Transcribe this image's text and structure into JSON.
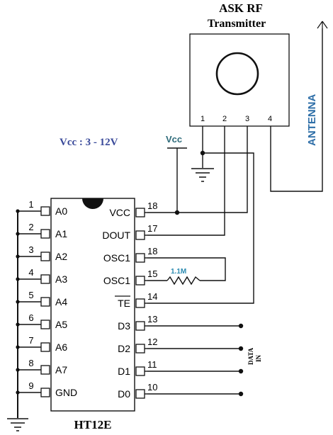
{
  "transmitter": {
    "title_line1": "ASK RF",
    "title_line2": "Transmitter",
    "pins": [
      "1",
      "2",
      "3",
      "4"
    ]
  },
  "antenna_label": "ANTENNA",
  "vcc_range_label": "Vcc : 3 - 12V",
  "vcc_label": "Vcc",
  "chip": {
    "name": "HT12E",
    "left_pins": [
      {
        "num": "1",
        "label": "A0"
      },
      {
        "num": "2",
        "label": "A1"
      },
      {
        "num": "3",
        "label": "A2"
      },
      {
        "num": "4",
        "label": "A3"
      },
      {
        "num": "5",
        "label": "A4"
      },
      {
        "num": "6",
        "label": "A5"
      },
      {
        "num": "7",
        "label": "A6"
      },
      {
        "num": "8",
        "label": "A7"
      },
      {
        "num": "9",
        "label": "GND"
      }
    ],
    "right_pins": [
      {
        "num": "18",
        "label": "VCC"
      },
      {
        "num": "17",
        "label": "DOUT"
      },
      {
        "num": "18",
        "label": "OSC1"
      },
      {
        "num": "15",
        "label": "OSC1"
      },
      {
        "num": "14",
        "label": "TE"
      },
      {
        "num": "13",
        "label": "D3"
      },
      {
        "num": "12",
        "label": "D2"
      },
      {
        "num": "11",
        "label": "D1"
      },
      {
        "num": "10",
        "label": "D0"
      }
    ]
  },
  "resistor_label": "1.1M",
  "data_in_label": {
    "line1": "DATA",
    "line2": "IN"
  },
  "colors": {
    "wire": "#111111",
    "vcc_range": "#3a4a9a",
    "vcc_label": "#2e6b7a",
    "antenna": "#2f6fa8",
    "resistor_label": "#2a8ab0"
  }
}
